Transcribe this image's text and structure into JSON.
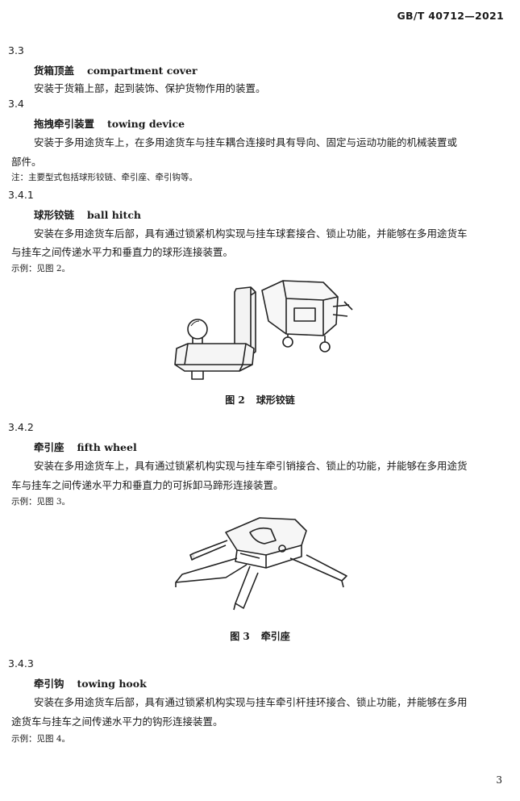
{
  "header": {
    "standard_no": "GB/T 40712—2021"
  },
  "s33": {
    "num": "3.3",
    "term_zh": "货箱顶盖",
    "term_en": "compartment cover",
    "def": "安装于货箱上部，起到装饰、保护货物作用的装置。"
  },
  "s34": {
    "num": "3.4",
    "term_zh": "拖拽牵引装置",
    "term_en": "towing device",
    "def_line1": "安装于多用途货车上，在多用途货车与挂车耦合连接时具有导向、固定与运动功能的机械装置或",
    "def_line2": "部件。",
    "note": "注：主要型式包括球形铰链、牵引座、牵引钩等。"
  },
  "s341": {
    "num": "3.4.1",
    "term_zh": "球形铰链",
    "term_en": "ball hitch",
    "def_line1": "安装在多用途货车后部，具有通过锁紧机构实现与挂车球套接合、锁止功能，并能够在多用途货车",
    "def_line2": "与挂车之间传递水平力和垂直力的球形连接装置。",
    "example": "示例：见图 2。",
    "fig_label": "图 2",
    "fig_title": "球形铰链"
  },
  "s342": {
    "num": "3.4.2",
    "term_zh": "牵引座",
    "term_en": "fifth wheel",
    "def_line1": "安装在多用途货车上，具有通过锁紧机构实现与挂车牵引销接合、锁止的功能，并能够在多用途货",
    "def_line2": "车与挂车之间传递水平力和垂直力的可拆卸马蹄形连接装置。",
    "example": "示例：见图 3。",
    "fig_label": "图 3",
    "fig_title": "牵引座"
  },
  "s343": {
    "num": "3.4.3",
    "term_zh": "牵引钩",
    "term_en": "towing hook",
    "def_line1": "安装在多用途货车后部，具有通过锁紧机构实现与挂车牵引杆挂环接合、锁止功能，并能够在多用",
    "def_line2": "途货车与挂车之间传递水平力的钩形连接装置。",
    "example": "示例：见图 4。"
  },
  "footer": {
    "page_number": "3"
  }
}
